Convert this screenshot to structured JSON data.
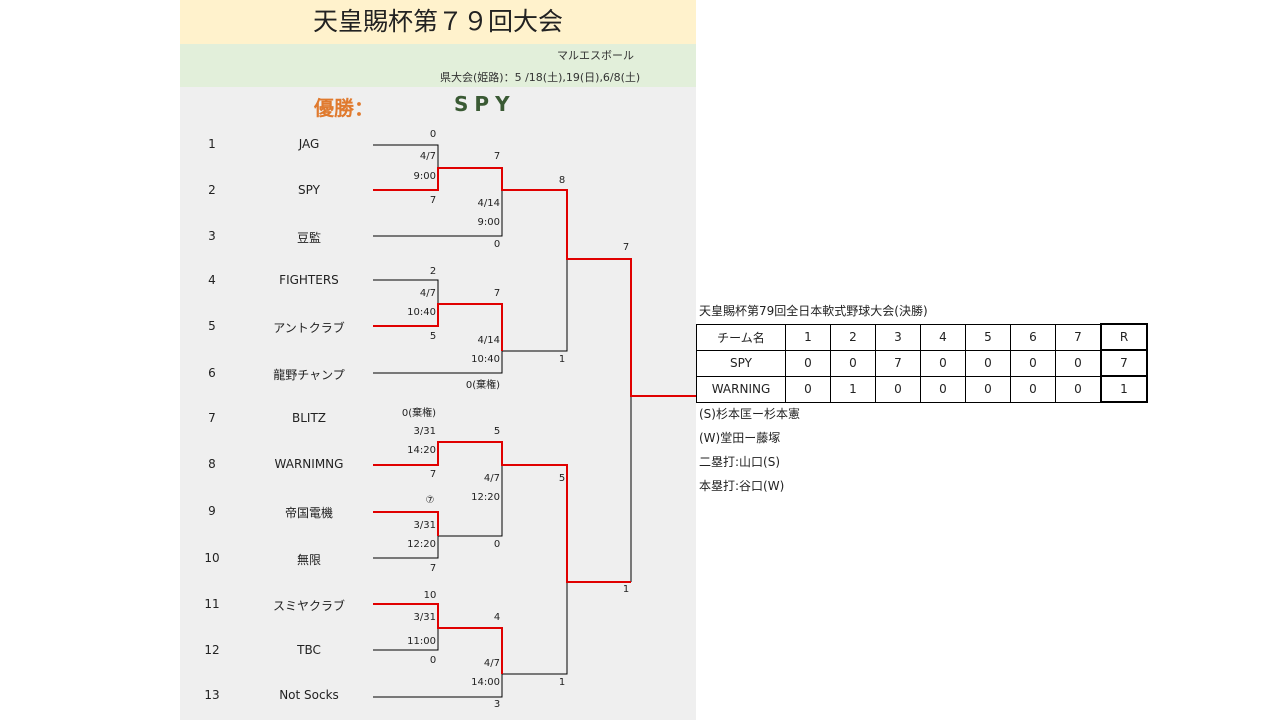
{
  "header": {
    "title": "天皇賜杯第７９回大会",
    "venue": "マルエスボール",
    "schedule": "県大会(姫路)：5 /18(土),19(日),6/8(土)"
  },
  "winner": {
    "label": "優勝：",
    "name": "SPY"
  },
  "teams": [
    {
      "seed": "1",
      "name": "JAG"
    },
    {
      "seed": "2",
      "name": "SPY"
    },
    {
      "seed": "3",
      "name": "豆監"
    },
    {
      "seed": "4",
      "name": "FIGHTERS"
    },
    {
      "seed": "5",
      "name": "アントクラブ"
    },
    {
      "seed": "6",
      "name": "龍野チャンプ"
    },
    {
      "seed": "7",
      "name": "BLITZ"
    },
    {
      "seed": "8",
      "name": "WARNIMNG"
    },
    {
      "seed": "9",
      "name": "帝国電機"
    },
    {
      "seed": "10",
      "name": "無限"
    },
    {
      "seed": "11",
      "name": "スミヤクラブ"
    },
    {
      "seed": "12",
      "name": "TBC"
    },
    {
      "seed": "13",
      "name": "Not Socks"
    }
  ],
  "bracket": {
    "r1": [
      {
        "top": "0",
        "date": "4/7",
        "time": "9:00",
        "bottom": "7"
      },
      {
        "top": "2",
        "date": "4/7",
        "time": "10:40",
        "bottom": "5"
      },
      {
        "top": "0(棄権)",
        "date": "3/31",
        "time": "14:20",
        "bottom": "7"
      },
      {
        "top": "⑦",
        "date": "3/31",
        "time": "12:20",
        "bottom": "7"
      },
      {
        "top": "10",
        "date": "3/31",
        "time": "11:00",
        "bottom": "0"
      }
    ],
    "r2": [
      {
        "top": "7",
        "date": "4/14",
        "time": "9:00",
        "bottom": "0"
      },
      {
        "top": "7",
        "date": "4/14",
        "time": "10:40",
        "bottom": "0(棄権)"
      },
      {
        "top": "5",
        "date": "4/7",
        "time": "12:20",
        "bottom": "0"
      },
      {
        "top": "4",
        "date": "4/7",
        "time": "14:00",
        "bottom": "3"
      }
    ],
    "semis": [
      {
        "top": "8",
        "bottom": "1"
      },
      {
        "top": "5",
        "bottom": "1"
      }
    ],
    "final": {
      "top": "7",
      "bottom": "1"
    }
  },
  "result": {
    "caption": "天皇賜杯第79回全日本軟式野球大会(決勝)",
    "header": [
      "チーム名",
      "1",
      "2",
      "3",
      "4",
      "5",
      "6",
      "7",
      "R"
    ],
    "rows": [
      [
        "SPY",
        "0",
        "0",
        "7",
        "0",
        "0",
        "0",
        "0",
        "7"
      ],
      [
        "WARNING",
        "0",
        "1",
        "0",
        "0",
        "0",
        "0",
        "0",
        "1"
      ]
    ],
    "notes": [
      "(S)杉本匡ー杉本憲",
      "(W)堂田ー藤塚",
      "二塁打:山口(S)",
      "本塁打:谷口(W)"
    ]
  },
  "colors": {
    "win_line": "#e00000",
    "line": "#000000",
    "title_bg": "#fff2cc",
    "band_bg": "#e2efda",
    "panel_bg": "#efefef",
    "winner_label": "#e07a2e",
    "winner_name": "#3a5a34"
  }
}
